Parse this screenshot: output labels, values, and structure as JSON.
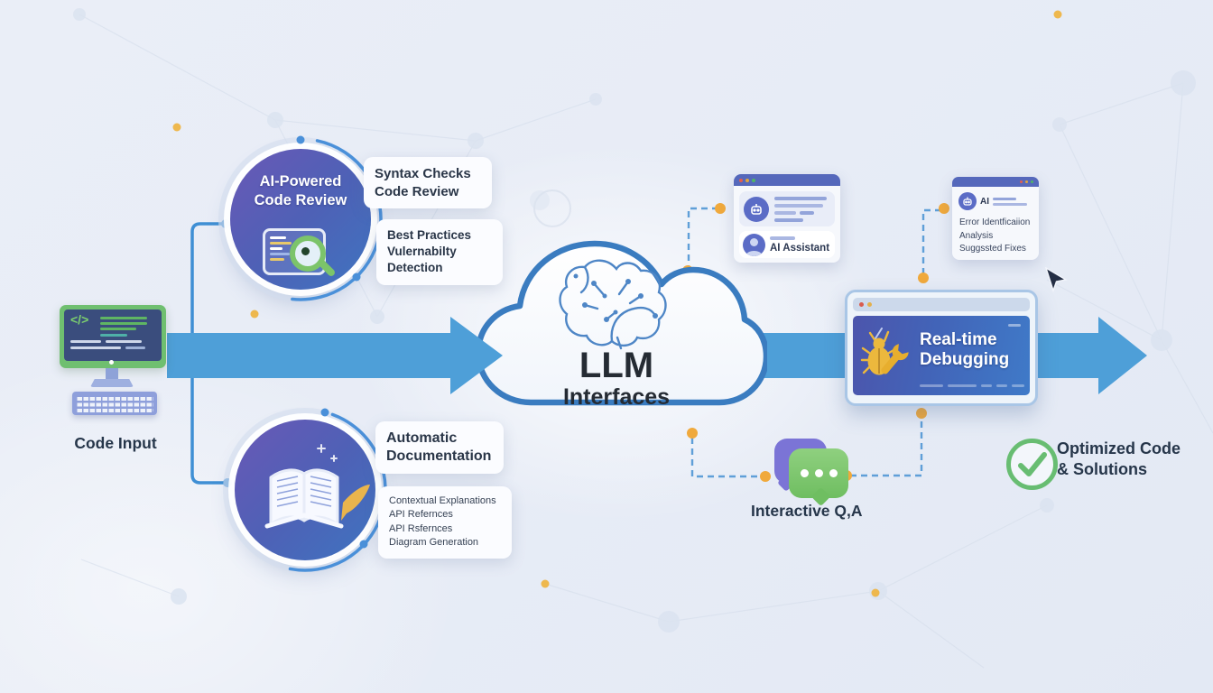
{
  "colors": {
    "background": "#e8edf6",
    "arrow_blue": "#4e9fd8",
    "cloud_border": "#3a7cc0",
    "circle_gradient_start": "#6a58b6",
    "circle_gradient_end": "#3f74c0",
    "dashed_connector": "#5f9fd8",
    "connector_dot_yellow": "#f0a93c",
    "card_titlebar": "#5568bb",
    "success_green": "#68bd72",
    "bug_yellow": "#ecb83d",
    "monitor_green": "#6fbf70",
    "label_navy": "#26364a"
  },
  "code_input": {
    "label": "Code Input"
  },
  "review_circle": {
    "title_line1": "AI-Powered",
    "title_line2": "Code Review"
  },
  "boxes": {
    "syntax": {
      "lines": [
        "Syntax Checks",
        "Code Review"
      ]
    },
    "practices": {
      "lines": [
        "Best Practices",
        "Vulernabilty",
        "Detection"
      ]
    },
    "auto_doc": {
      "lines": [
        "Automatic",
        "Documentation"
      ]
    },
    "doc_details": {
      "lines": [
        "Contextual Explanations",
        "API Refernces",
        "API Rsfernces",
        "Diagram Generation"
      ]
    }
  },
  "cloud": {
    "title": "LLM",
    "subtitle": "Interfaces"
  },
  "assistant_card": {
    "row2_label": "AI Assistant"
  },
  "error_card": {
    "ai_label": "AI",
    "lines": [
      "Error Identficaiion",
      "Analysis",
      "Suggssted Fixes"
    ]
  },
  "debug_window": {
    "title_line1": "Real-time",
    "title_line2": "Debugging"
  },
  "qa": {
    "label": "Interactive Q,A"
  },
  "result": {
    "line1": "Optimized Code",
    "line2": "& Solutions"
  }
}
